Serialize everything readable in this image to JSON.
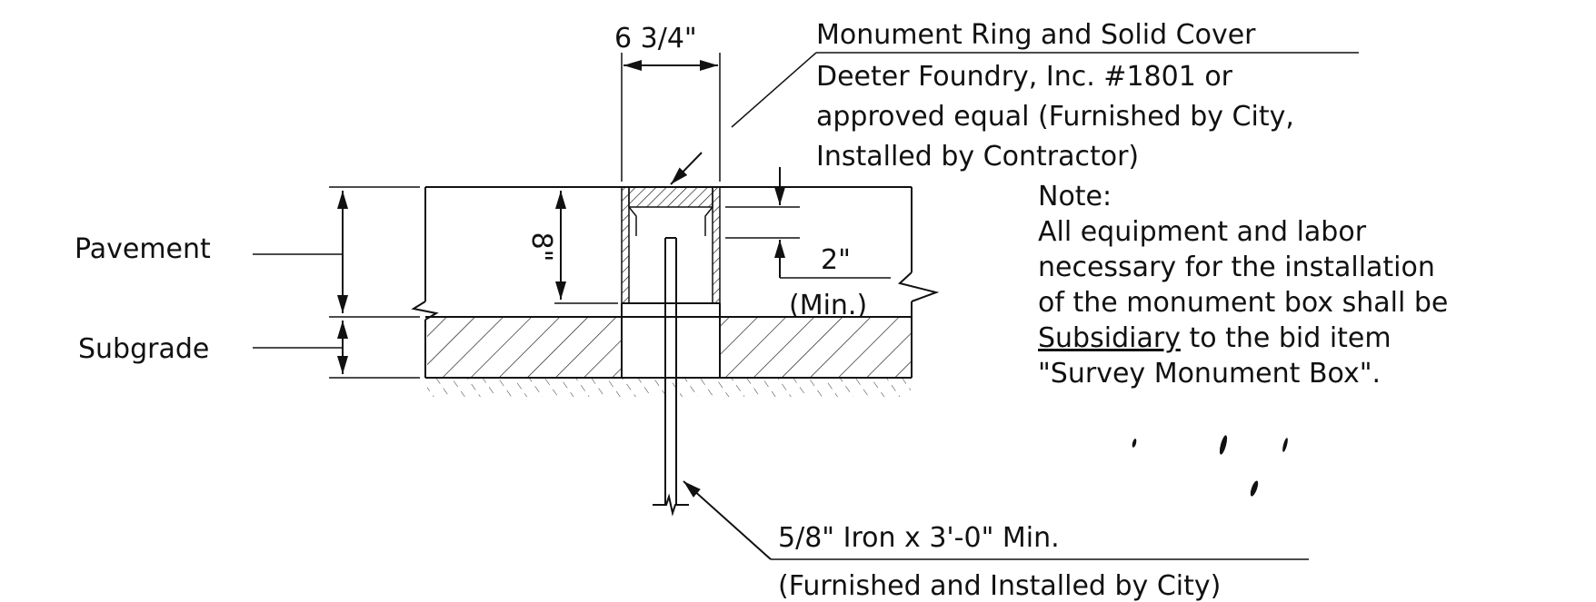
{
  "callouts": {
    "dim_width": "6 3/4\"",
    "ring_cover": {
      "title": "Monument Ring and Solid Cover",
      "line1": "Deeter Foundry, Inc. #1801 or",
      "line2": "approved equal (Furnished by City,",
      "line3": "Installed by Contractor)"
    },
    "pavement": "Pavement",
    "subgrade": "Subgrade",
    "dim_depth": "8\"",
    "dim_min_value": "2\"",
    "dim_min_label": "(Min.)",
    "iron": {
      "line1": "5/8\" Iron x 3'-0\" Min.",
      "line2": "(Furnished and Installed by City)"
    }
  },
  "note": {
    "heading": "Note:",
    "line1": "All equipment and labor",
    "line2": "necessary for the installation",
    "line3": "of the monument box shall be",
    "line4_underlined": "Subsidiary",
    "line4_rest": " to the bid item",
    "line5": "\"Survey Monument Box\"."
  }
}
